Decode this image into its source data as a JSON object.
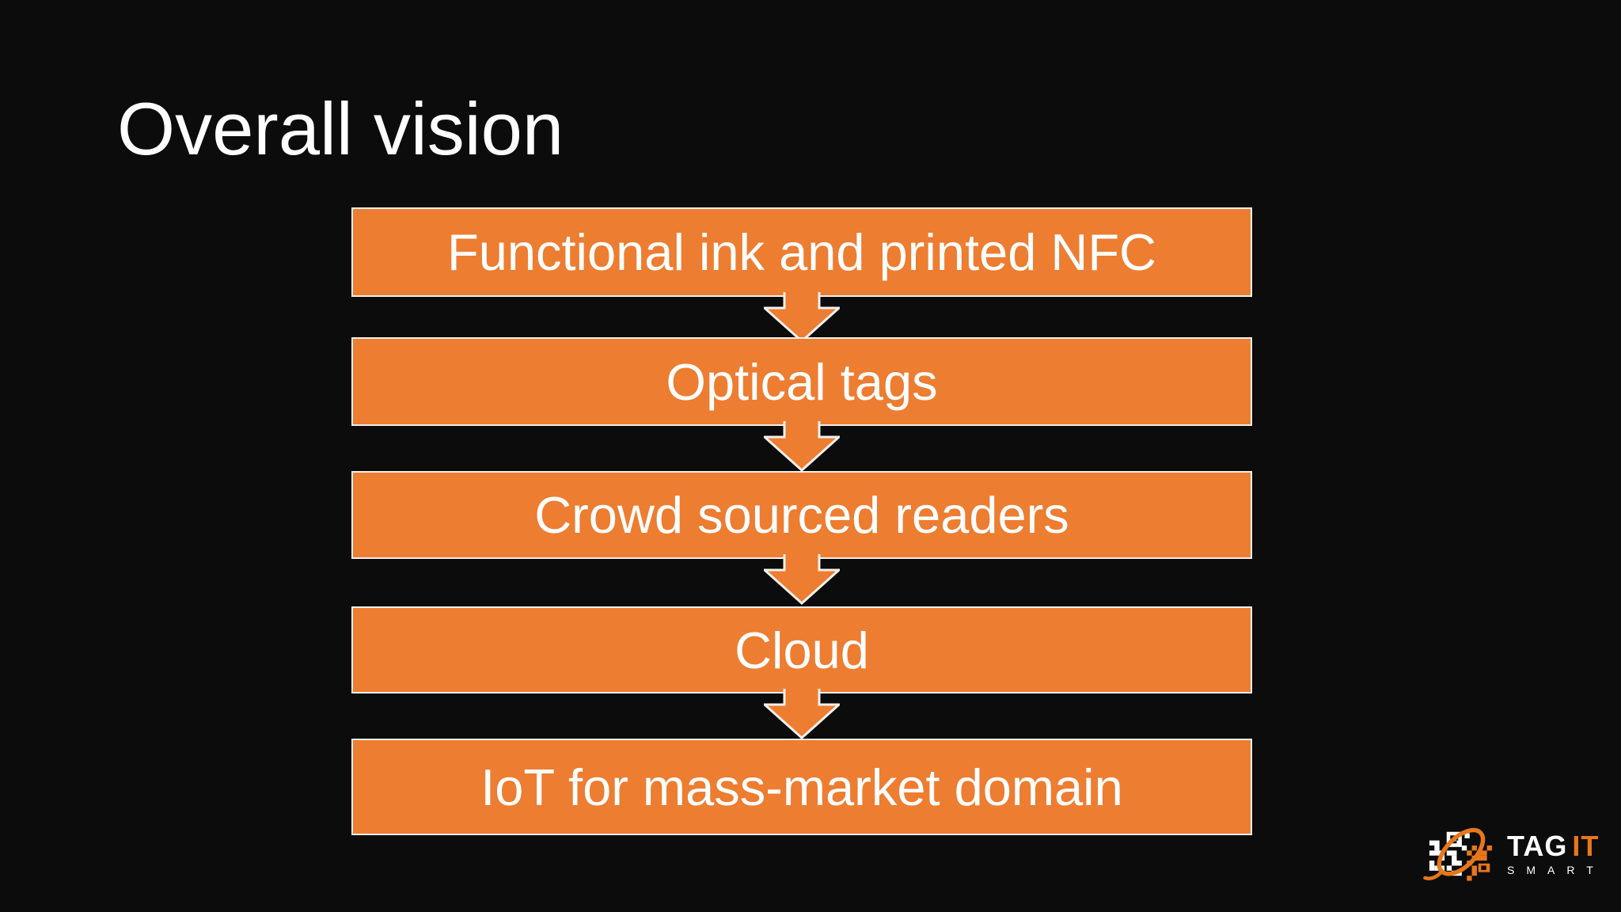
{
  "slide": {
    "title": "Overall vision",
    "background_color": "#0C0C0D",
    "title_color": "#FFFFFF"
  },
  "flow": {
    "box_fill": "#ED7D31",
    "box_outline": "#F2F0EC",
    "arrow_fill": "#ED7D31",
    "arrow_outline": "#F2F0EC",
    "text_color": "#FFFFFF",
    "steps": [
      {
        "label": "Functional ink and printed NFC"
      },
      {
        "label": "Optical tags"
      },
      {
        "label": "Crowd sourced readers"
      },
      {
        "label": "Cloud"
      },
      {
        "label": "IoT for mass-market domain"
      }
    ]
  },
  "logo": {
    "tag": "TAG",
    "it": "IT",
    "smart": "SMART",
    "icon": "qr-code-with-swoosh",
    "accent_color": "#E8761B",
    "text_color": "#FFFFFF"
  }
}
